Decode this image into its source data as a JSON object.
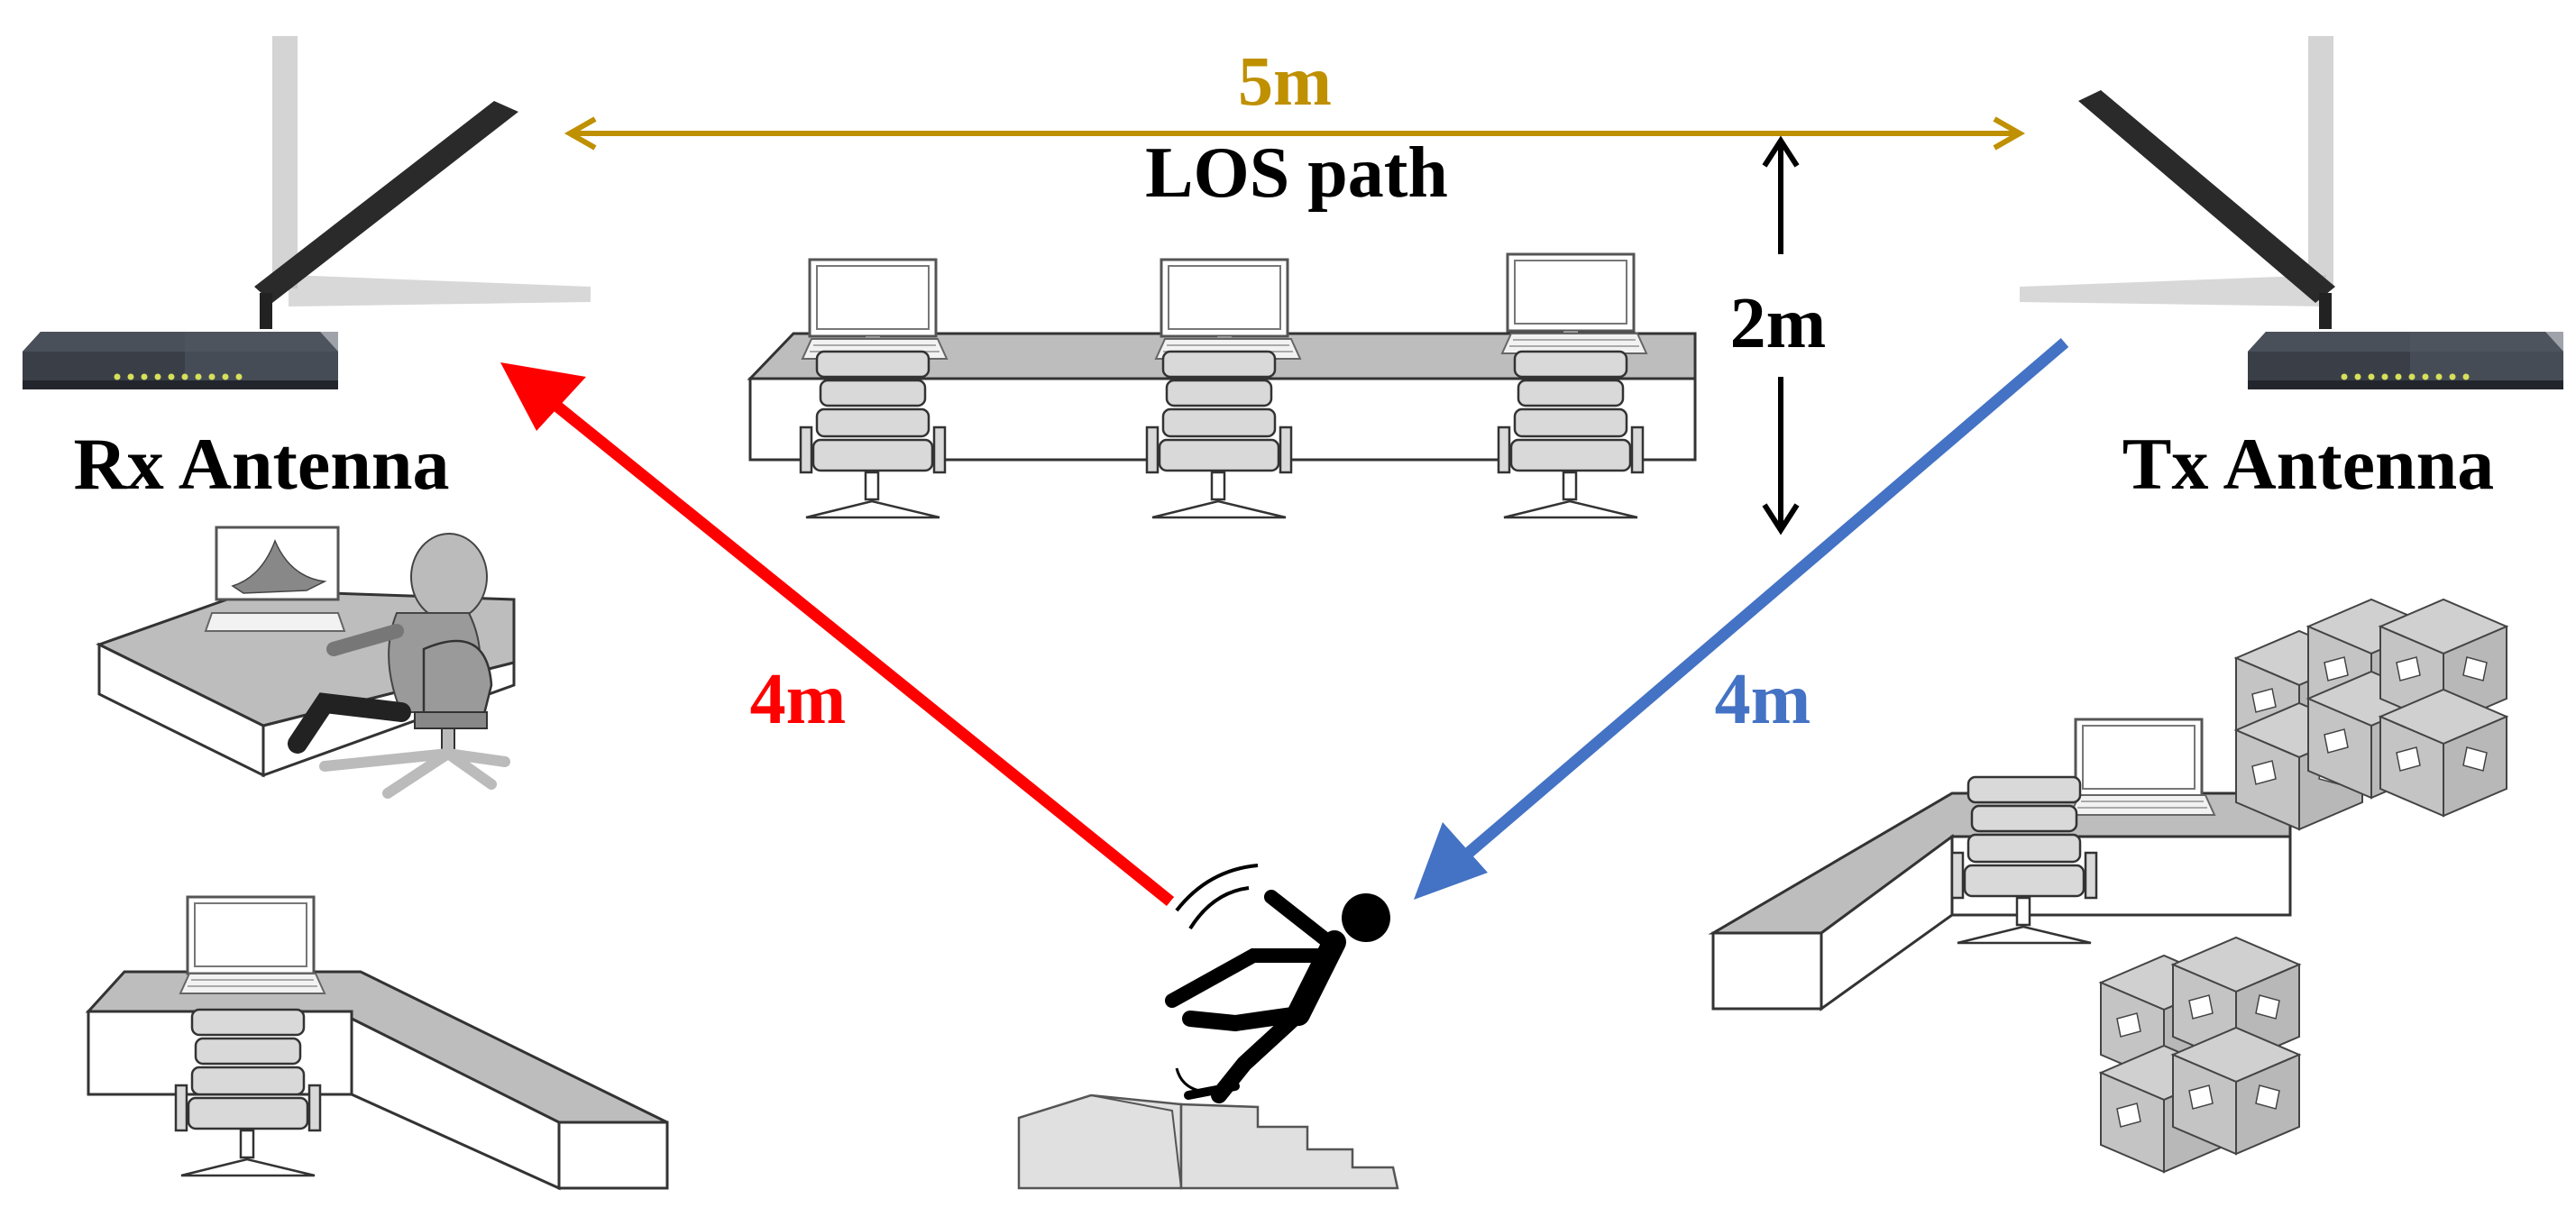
{
  "labels": {
    "los_distance": "5m",
    "los_path": "LOS path",
    "height": "2m",
    "rx_antenna": "Rx Antenna",
    "tx_antenna": "Tx Antenna",
    "rx_distance": "4m",
    "tx_distance": "4m"
  },
  "colors": {
    "los": "#bf9000",
    "rx_path": "#ff0000",
    "tx_path": "#4472c4",
    "text": "#000000",
    "router_body": "#3a3f47",
    "router_led": "#d6e05a",
    "antenna": "#2a2a2a",
    "antenna_ghost": "#b8b8b8",
    "furniture": "#d9d9d9",
    "furniture_dark": "#bdbdbd"
  },
  "icons": [
    "router-icon",
    "antenna-icon",
    "desk-icon",
    "monitor-icon",
    "keyboard-icon",
    "chair-icon",
    "person-at-computer-icon",
    "falling-person-icon",
    "step-icon",
    "box-stack-icon"
  ]
}
